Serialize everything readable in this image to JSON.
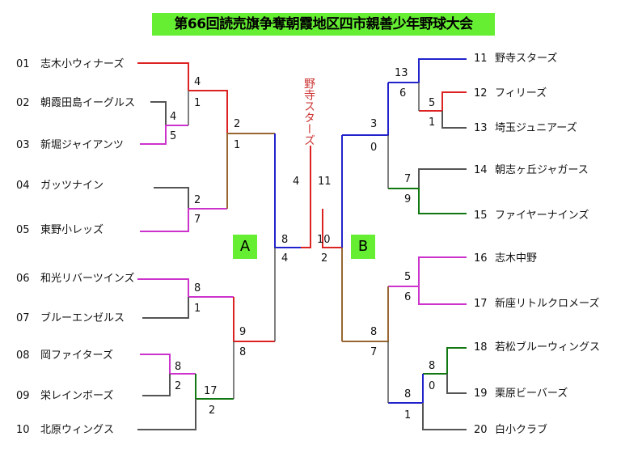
{
  "title": "第66回読売旗争奪朝霞地区四市親善少年野球大会",
  "champion": "野寺スターズ",
  "block_a_label": "A",
  "block_b_label": "B",
  "teams": [
    {
      "no": "01",
      "name": "志木小ウィナーズ"
    },
    {
      "no": "02",
      "name": "朝霞田島イーグルス"
    },
    {
      "no": "03",
      "name": "新堀ジャイアンツ"
    },
    {
      "no": "04",
      "name": "ガッツナイン"
    },
    {
      "no": "05",
      "name": "東野小レッズ"
    },
    {
      "no": "06",
      "name": "和光リバーツインズ"
    },
    {
      "no": "07",
      "name": "ブルーエンゼルス"
    },
    {
      "no": "08",
      "name": "岡ファイターズ"
    },
    {
      "no": "09",
      "name": "栄レインボーズ"
    },
    {
      "no": "10",
      "name": "北原ウィングス"
    },
    {
      "no": "11",
      "name": "野寺スターズ"
    },
    {
      "no": "12",
      "name": "フィリーズ"
    },
    {
      "no": "13",
      "name": "埼玉ジュニアーズ"
    },
    {
      "no": "14",
      "name": "朝志ヶ丘ジャガース"
    },
    {
      "no": "15",
      "name": "ファイヤーナインズ"
    },
    {
      "no": "16",
      "name": "志木中野"
    },
    {
      "no": "17",
      "name": "新座リトルクロメーズ"
    },
    {
      "no": "18",
      "name": "若松ブルーウィングス"
    },
    {
      "no": "19",
      "name": "栗原ビーバーズ"
    },
    {
      "no": "20",
      "name": "白小クラブ"
    }
  ],
  "scores": [
    {
      "id": "l-02-03-top",
      "value": "4"
    },
    {
      "id": "l-02-03-bot",
      "value": "5"
    },
    {
      "id": "l-01-top",
      "value": "4"
    },
    {
      "id": "l-01-bot",
      "value": "1"
    },
    {
      "id": "l-04-05-top",
      "value": "2"
    },
    {
      "id": "l-04-05-bot",
      "value": "7"
    },
    {
      "id": "l-qf-top",
      "value": "2"
    },
    {
      "id": "l-qf-bot",
      "value": "1"
    },
    {
      "id": "l-06-07-top",
      "value": "8"
    },
    {
      "id": "l-06-07-bot",
      "value": "1"
    },
    {
      "id": "l-08-09-top",
      "value": "8"
    },
    {
      "id": "l-08-09-bot",
      "value": "2"
    },
    {
      "id": "l-10-top",
      "value": "17"
    },
    {
      "id": "l-10-bot",
      "value": "2"
    },
    {
      "id": "l-qf2-top",
      "value": "9"
    },
    {
      "id": "l-qf2-bot",
      "value": "8"
    },
    {
      "id": "l-sf-top",
      "value": "8"
    },
    {
      "id": "l-sf-bot",
      "value": "4"
    },
    {
      "id": "final-left",
      "value": "4"
    },
    {
      "id": "final-right",
      "value": "11"
    },
    {
      "id": "r-sf-top",
      "value": "10"
    },
    {
      "id": "r-sf-bot",
      "value": "2"
    },
    {
      "id": "r-12-13-top",
      "value": "5"
    },
    {
      "id": "r-12-13-bot",
      "value": "1"
    },
    {
      "id": "r-11-top",
      "value": "13"
    },
    {
      "id": "r-11-bot",
      "value": "6"
    },
    {
      "id": "r-qf-top",
      "value": "3"
    },
    {
      "id": "r-qf-bot",
      "value": "0"
    },
    {
      "id": "r-14-15-top",
      "value": "7"
    },
    {
      "id": "r-14-15-bot",
      "value": "9"
    },
    {
      "id": "r-16-17-top",
      "value": "5"
    },
    {
      "id": "r-16-17-bot",
      "value": "6"
    },
    {
      "id": "r-18-19-top",
      "value": "8"
    },
    {
      "id": "r-18-19-bot",
      "value": "0"
    },
    {
      "id": "r-20-top",
      "value": "8"
    },
    {
      "id": "r-20-bot",
      "value": "1"
    },
    {
      "id": "r-qf2-top",
      "value": "8"
    },
    {
      "id": "r-qf2-bot",
      "value": "7"
    }
  ],
  "colors": {
    "title_bg": "#66ee33",
    "block_bg": "#66ee33",
    "loser_line": "#555555",
    "red": "#dd2222",
    "magenta": "#cc33cc",
    "brown": "#996633",
    "blue": "#2222cc",
    "green": "#117711",
    "champion_text": "#cc3333"
  }
}
